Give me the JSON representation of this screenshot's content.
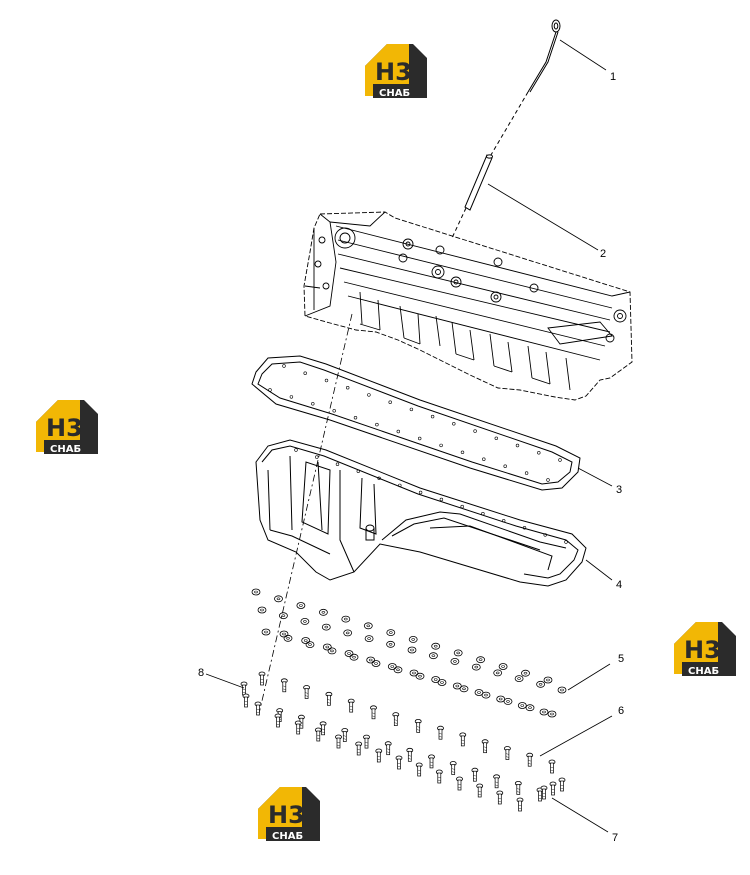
{
  "callouts": [
    "1",
    "2",
    "3",
    "4",
    "5",
    "6",
    "7",
    "8"
  ],
  "logo": {
    "main_text": "H3",
    "sub_text": "СНАБ",
    "colors": {
      "yellow": "#f2b705",
      "dark": "#2b2b2b"
    }
  },
  "colors": {
    "line": "#000000",
    "background": "#ffffff"
  }
}
